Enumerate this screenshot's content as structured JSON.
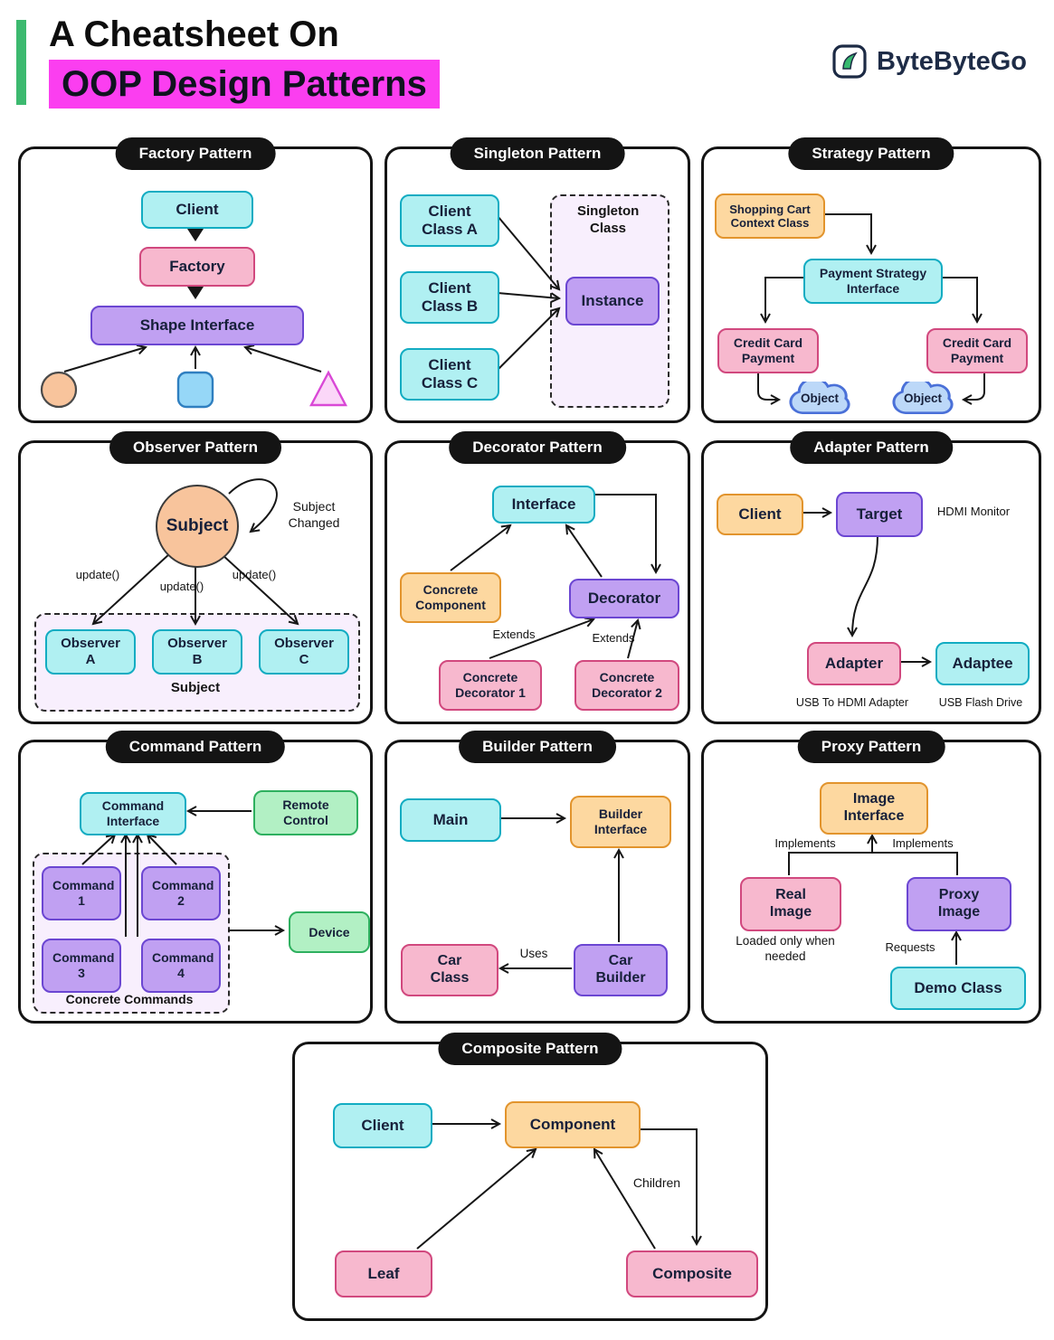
{
  "header": {
    "title_line1": "A Cheatsheet On",
    "title_line2": "OOP Design Patterns",
    "brand": "ByteByteGo"
  },
  "factory": {
    "title": "Factory Pattern",
    "client": "Client",
    "factory": "Factory",
    "shape_interface": "Shape Interface"
  },
  "singleton": {
    "title": "Singleton Pattern",
    "client_a": "Client Class A",
    "client_b": "Client Class B",
    "client_c": "Client Class C",
    "container": "Singleton Class",
    "instance": "Instance"
  },
  "strategy": {
    "title": "Strategy Pattern",
    "cart": "Shopping Cart Context Class",
    "interface": "Payment Strategy Interface",
    "payment_left": "Credit Card Payment",
    "payment_right": "Credit Card Payment",
    "object_left": "Object",
    "object_right": "Object"
  },
  "observer": {
    "title": "Observer Pattern",
    "subject": "Subject",
    "subject_changed": "Subject Changed",
    "update": "update()",
    "observer_a": "Observer A",
    "observer_b": "Observer B",
    "observer_c": "Observer C",
    "container": "Subject"
  },
  "decorator": {
    "title": "Decorator Pattern",
    "interface": "Interface",
    "concrete_component": "Concrete Component",
    "decorator": "Decorator",
    "concrete_decorator_1": "Concrete Decorator 1",
    "concrete_decorator_2": "Concrete Decorator 2",
    "extends": "Extends"
  },
  "adapter": {
    "title": "Adapter Pattern",
    "client": "Client",
    "target": "Target",
    "adapter": "Adapter",
    "adaptee": "Adaptee",
    "hdmi_monitor": "HDMI Monitor",
    "usb_adapter": "USB To HDMI Adapter",
    "usb_drive": "USB Flash Drive"
  },
  "command": {
    "title": "Command Pattern",
    "interface": "Command Interface",
    "remote": "Remote Control",
    "command_1": "Command 1",
    "command_2": "Command 2",
    "command_3": "Command 3",
    "command_4": "Command 4",
    "container": "Concrete Commands",
    "device": "Device"
  },
  "builder": {
    "title": "Builder Pattern",
    "main": "Main",
    "interface": "Builder Interface",
    "car_class": "Car Class",
    "car_builder": "Car Builder",
    "uses": "Uses"
  },
  "proxy": {
    "title": "Proxy Pattern",
    "interface": "Image Interface",
    "real": "Real Image",
    "proxy": "Proxy Image",
    "demo": "Demo Class",
    "implements": "Implements",
    "loaded": "Loaded only when needed",
    "requests": "Requests"
  },
  "composite": {
    "title": "Composite Pattern",
    "client": "Client",
    "component": "Component",
    "leaf": "Leaf",
    "composite": "Composite",
    "children": "Children"
  }
}
